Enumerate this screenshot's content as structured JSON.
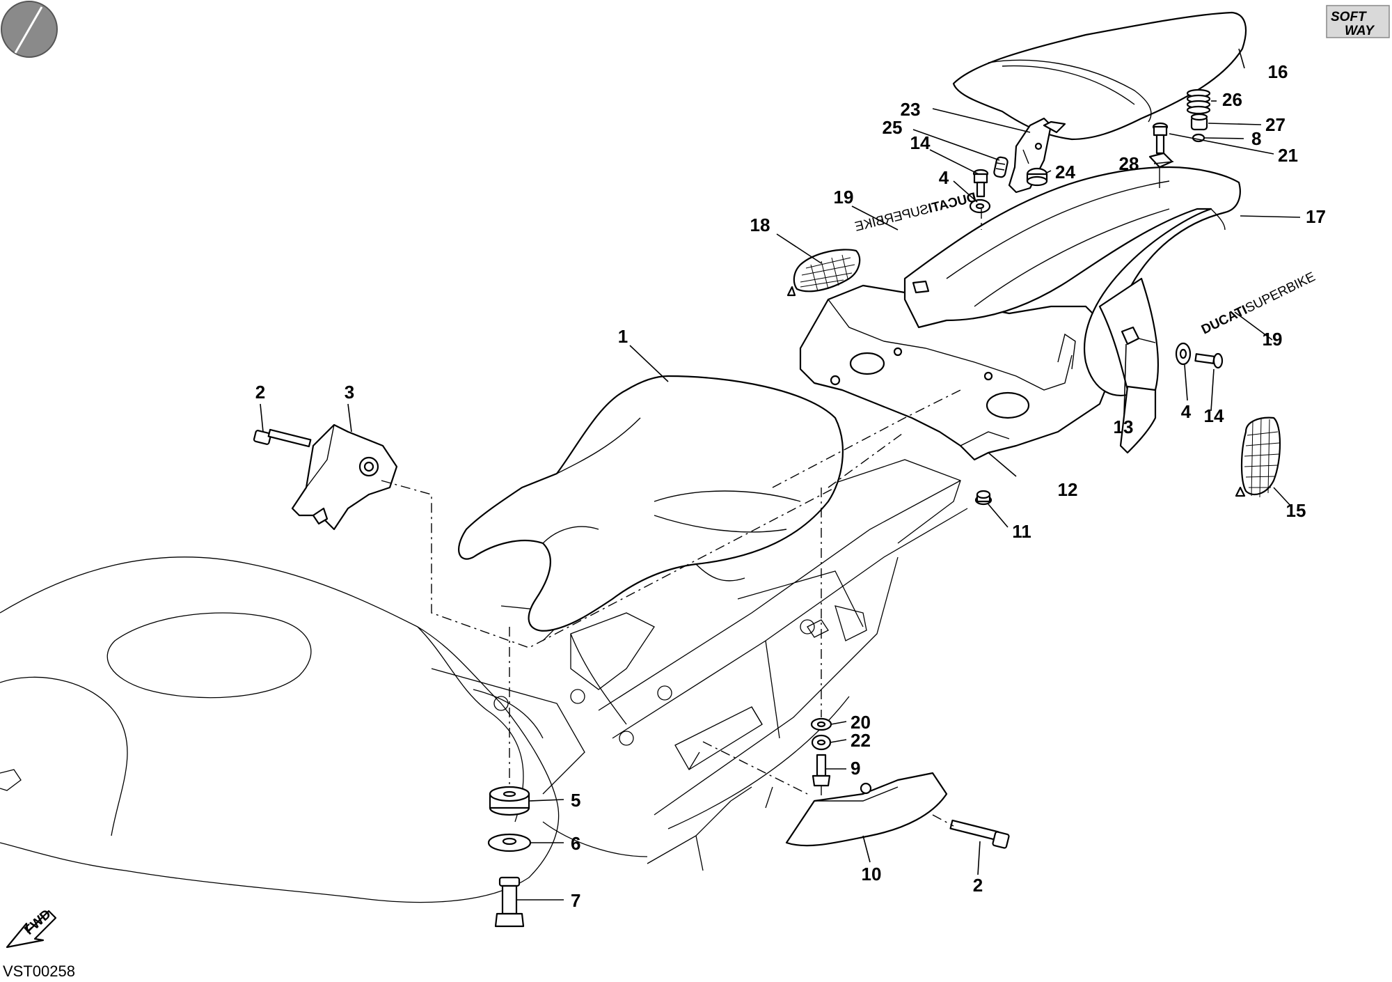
{
  "diagram_code": "VST00258",
  "logo_text": {
    "line1": "SOFT",
    "line2": "WAY"
  },
  "fwd_text": "FWD",
  "brand_decal": {
    "word1": "DUCATI",
    "word2": "SUPERBIKE"
  },
  "callouts": [
    {
      "id": "c1",
      "text": "1"
    },
    {
      "id": "c2a",
      "text": "2"
    },
    {
      "id": "c2b",
      "text": "2"
    },
    {
      "id": "c3",
      "text": "3"
    },
    {
      "id": "c4a",
      "text": "4"
    },
    {
      "id": "c4b",
      "text": "4"
    },
    {
      "id": "c5",
      "text": "5"
    },
    {
      "id": "c6",
      "text": "6"
    },
    {
      "id": "c7",
      "text": "7"
    },
    {
      "id": "c8",
      "text": "8"
    },
    {
      "id": "c9",
      "text": "9"
    },
    {
      "id": "c10",
      "text": "10"
    },
    {
      "id": "c11",
      "text": "11"
    },
    {
      "id": "c12",
      "text": "12"
    },
    {
      "id": "c13",
      "text": "13"
    },
    {
      "id": "c14a",
      "text": "14"
    },
    {
      "id": "c14b",
      "text": "14"
    },
    {
      "id": "c15",
      "text": "15"
    },
    {
      "id": "c16",
      "text": "16"
    },
    {
      "id": "c17",
      "text": "17"
    },
    {
      "id": "c18",
      "text": "18"
    },
    {
      "id": "c19a",
      "text": "19"
    },
    {
      "id": "c19b",
      "text": "19"
    },
    {
      "id": "c20",
      "text": "20"
    },
    {
      "id": "c21",
      "text": "21"
    },
    {
      "id": "c22",
      "text": "22"
    },
    {
      "id": "c23",
      "text": "23"
    },
    {
      "id": "c24",
      "text": "24"
    },
    {
      "id": "c25",
      "text": "25"
    },
    {
      "id": "c26",
      "text": "26"
    },
    {
      "id": "c27",
      "text": "27"
    },
    {
      "id": "c28",
      "text": "28"
    }
  ]
}
